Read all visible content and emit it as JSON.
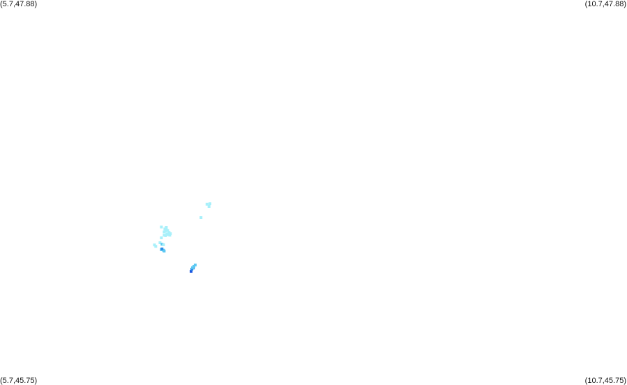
{
  "map": {
    "corners": {
      "top_left": "(5.7,47.88)",
      "top_right": "(10.7,47.88)",
      "bottom_left": "(5.7,45.75)",
      "bottom_right": "(10.7,45.75)"
    },
    "bounds": {
      "lon_min": 5.7,
      "lon_max": 10.7,
      "lat_min": 45.75,
      "lat_max": 47.88
    },
    "colors": {
      "background": "#ffffff",
      "light": "#a8f0fa",
      "medium": "#5cc8f2",
      "strong": "#2c8ce6",
      "heavy": "#1c56e0"
    },
    "echoes": [
      {
        "lon": 7.009,
        "lat": 46.597,
        "level": "light"
      },
      {
        "lon": 7.021,
        "lat": 46.603,
        "level": "light"
      },
      {
        "lon": 7.026,
        "lat": 46.61,
        "level": "light"
      },
      {
        "lon": 7.037,
        "lat": 46.605,
        "level": "light"
      },
      {
        "lon": 7.048,
        "lat": 46.594,
        "level": "light"
      },
      {
        "lon": 7.009,
        "lat": 46.579,
        "level": "light"
      },
      {
        "lon": 7.021,
        "lat": 46.576,
        "level": "light"
      },
      {
        "lon": 7.031,
        "lat": 46.586,
        "level": "light"
      },
      {
        "lon": 7.042,
        "lat": 46.583,
        "level": "light"
      },
      {
        "lon": 7.054,
        "lat": 46.579,
        "level": "light"
      },
      {
        "lon": 7.059,
        "lat": 46.587,
        "level": "light"
      },
      {
        "lon": 6.987,
        "lat": 46.564,
        "level": "light"
      },
      {
        "lon": 6.976,
        "lat": 46.537,
        "level": "light"
      },
      {
        "lon": 6.992,
        "lat": 46.529,
        "level": "medium"
      },
      {
        "lon": 7.004,
        "lat": 46.526,
        "level": "light"
      },
      {
        "lon": 6.987,
        "lat": 46.624,
        "level": "light"
      },
      {
        "lon": 6.987,
        "lat": 46.499,
        "level": "medium"
      },
      {
        "lon": 7.004,
        "lat": 46.496,
        "level": "medium"
      },
      {
        "lon": 6.992,
        "lat": 46.503,
        "level": "strong"
      },
      {
        "lon": 7.009,
        "lat": 46.491,
        "level": "medium"
      },
      {
        "lon": 6.932,
        "lat": 46.525,
        "level": "light"
      },
      {
        "lon": 6.942,
        "lat": 46.517,
        "level": "light"
      },
      {
        "lon": 7.015,
        "lat": 46.613,
        "level": "light"
      },
      {
        "lon": 7.026,
        "lat": 46.622,
        "level": "light"
      },
      {
        "lon": 7.303,
        "lat": 46.676,
        "level": "light"
      },
      {
        "lon": 7.351,
        "lat": 46.75,
        "level": "light"
      },
      {
        "lon": 7.367,
        "lat": 46.738,
        "level": "light"
      },
      {
        "lon": 7.374,
        "lat": 46.753,
        "level": "light"
      },
      {
        "lon": 7.224,
        "lat": 46.379,
        "level": "heavy"
      },
      {
        "lon": 7.23,
        "lat": 46.391,
        "level": "strong"
      },
      {
        "lon": 7.241,
        "lat": 46.397,
        "level": "strong"
      },
      {
        "lon": 7.246,
        "lat": 46.406,
        "level": "medium"
      },
      {
        "lon": 7.257,
        "lat": 46.414,
        "level": "medium"
      },
      {
        "lon": 7.235,
        "lat": 46.399,
        "level": "medium"
      }
    ]
  }
}
